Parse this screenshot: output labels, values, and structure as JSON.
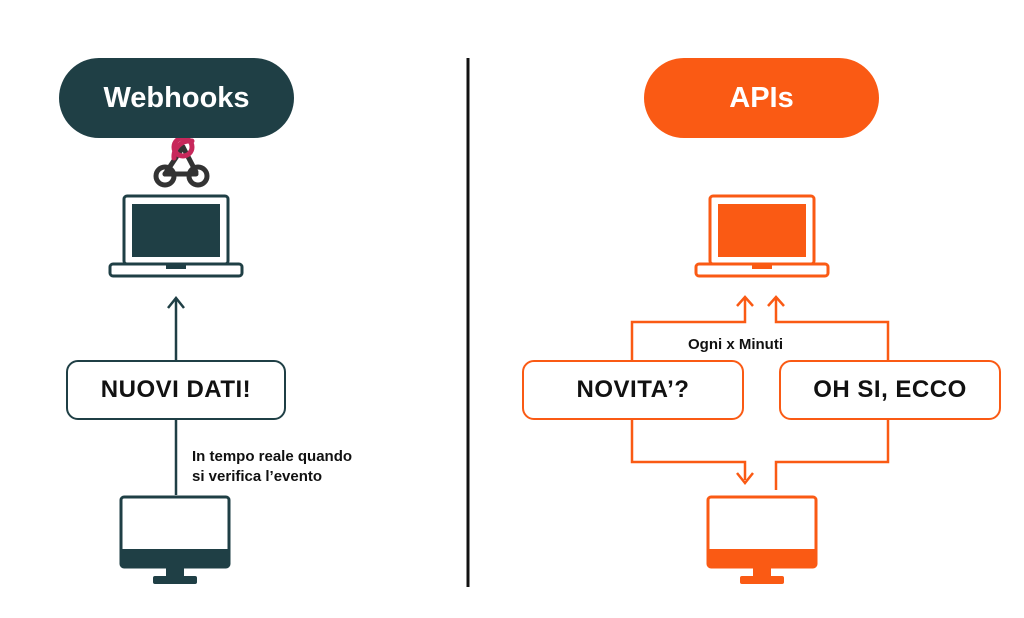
{
  "colors": {
    "webhooks_accent": "#1f3f45",
    "apis_accent": "#fa5a14",
    "divider": "#111111",
    "webhook_logo": "#c7285b"
  },
  "webhooks": {
    "title": "Webhooks",
    "logo_icon": "webhook-logo-icon",
    "laptop_icon": "laptop-icon",
    "monitor_icon": "monitor-icon",
    "message": "NUOVI DATI!",
    "caption_line1": "In tempo reale quando",
    "caption_line2": "si verifica l’evento"
  },
  "apis": {
    "title": "APIs",
    "laptop_icon": "laptop-icon",
    "monitor_icon": "monitor-icon",
    "interval_label": "Ogni x Minuti",
    "request": "NOVITA’?",
    "response": "OH SI, ECCO"
  }
}
